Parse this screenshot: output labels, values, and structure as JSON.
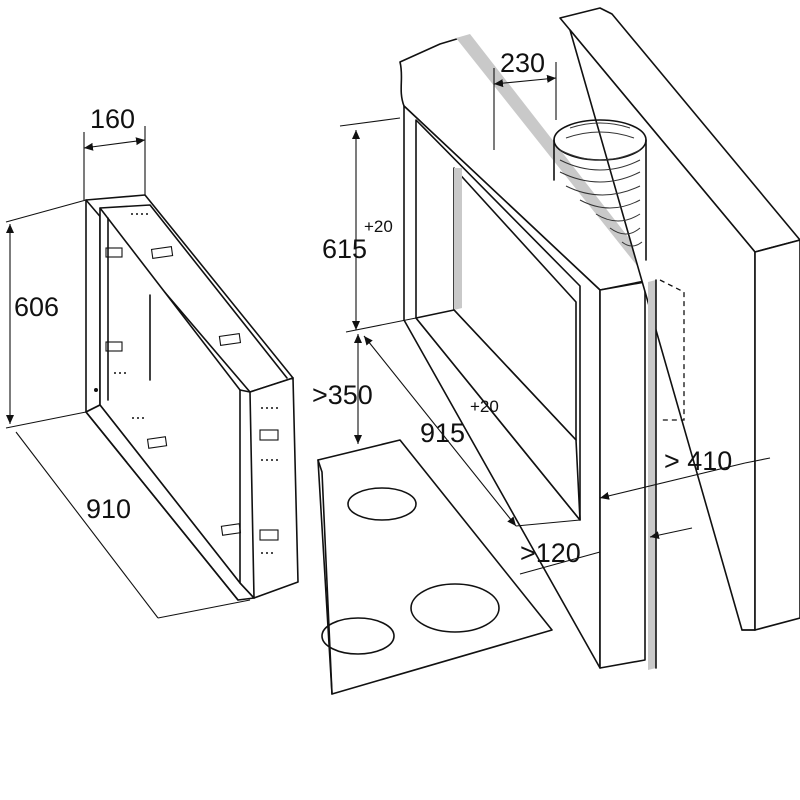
{
  "diagram": {
    "dimensions": {
      "frame_depth": "160",
      "frame_height": "606",
      "frame_width": "910",
      "duct_gap": "230",
      "niche_height_base": "615",
      "niche_height_tol": "+20",
      "niche_width_base": "915",
      "niche_width_tol": "+20",
      "hob_clearance": ">350",
      "wall_depth": "> 410",
      "front_min": ">120"
    }
  }
}
